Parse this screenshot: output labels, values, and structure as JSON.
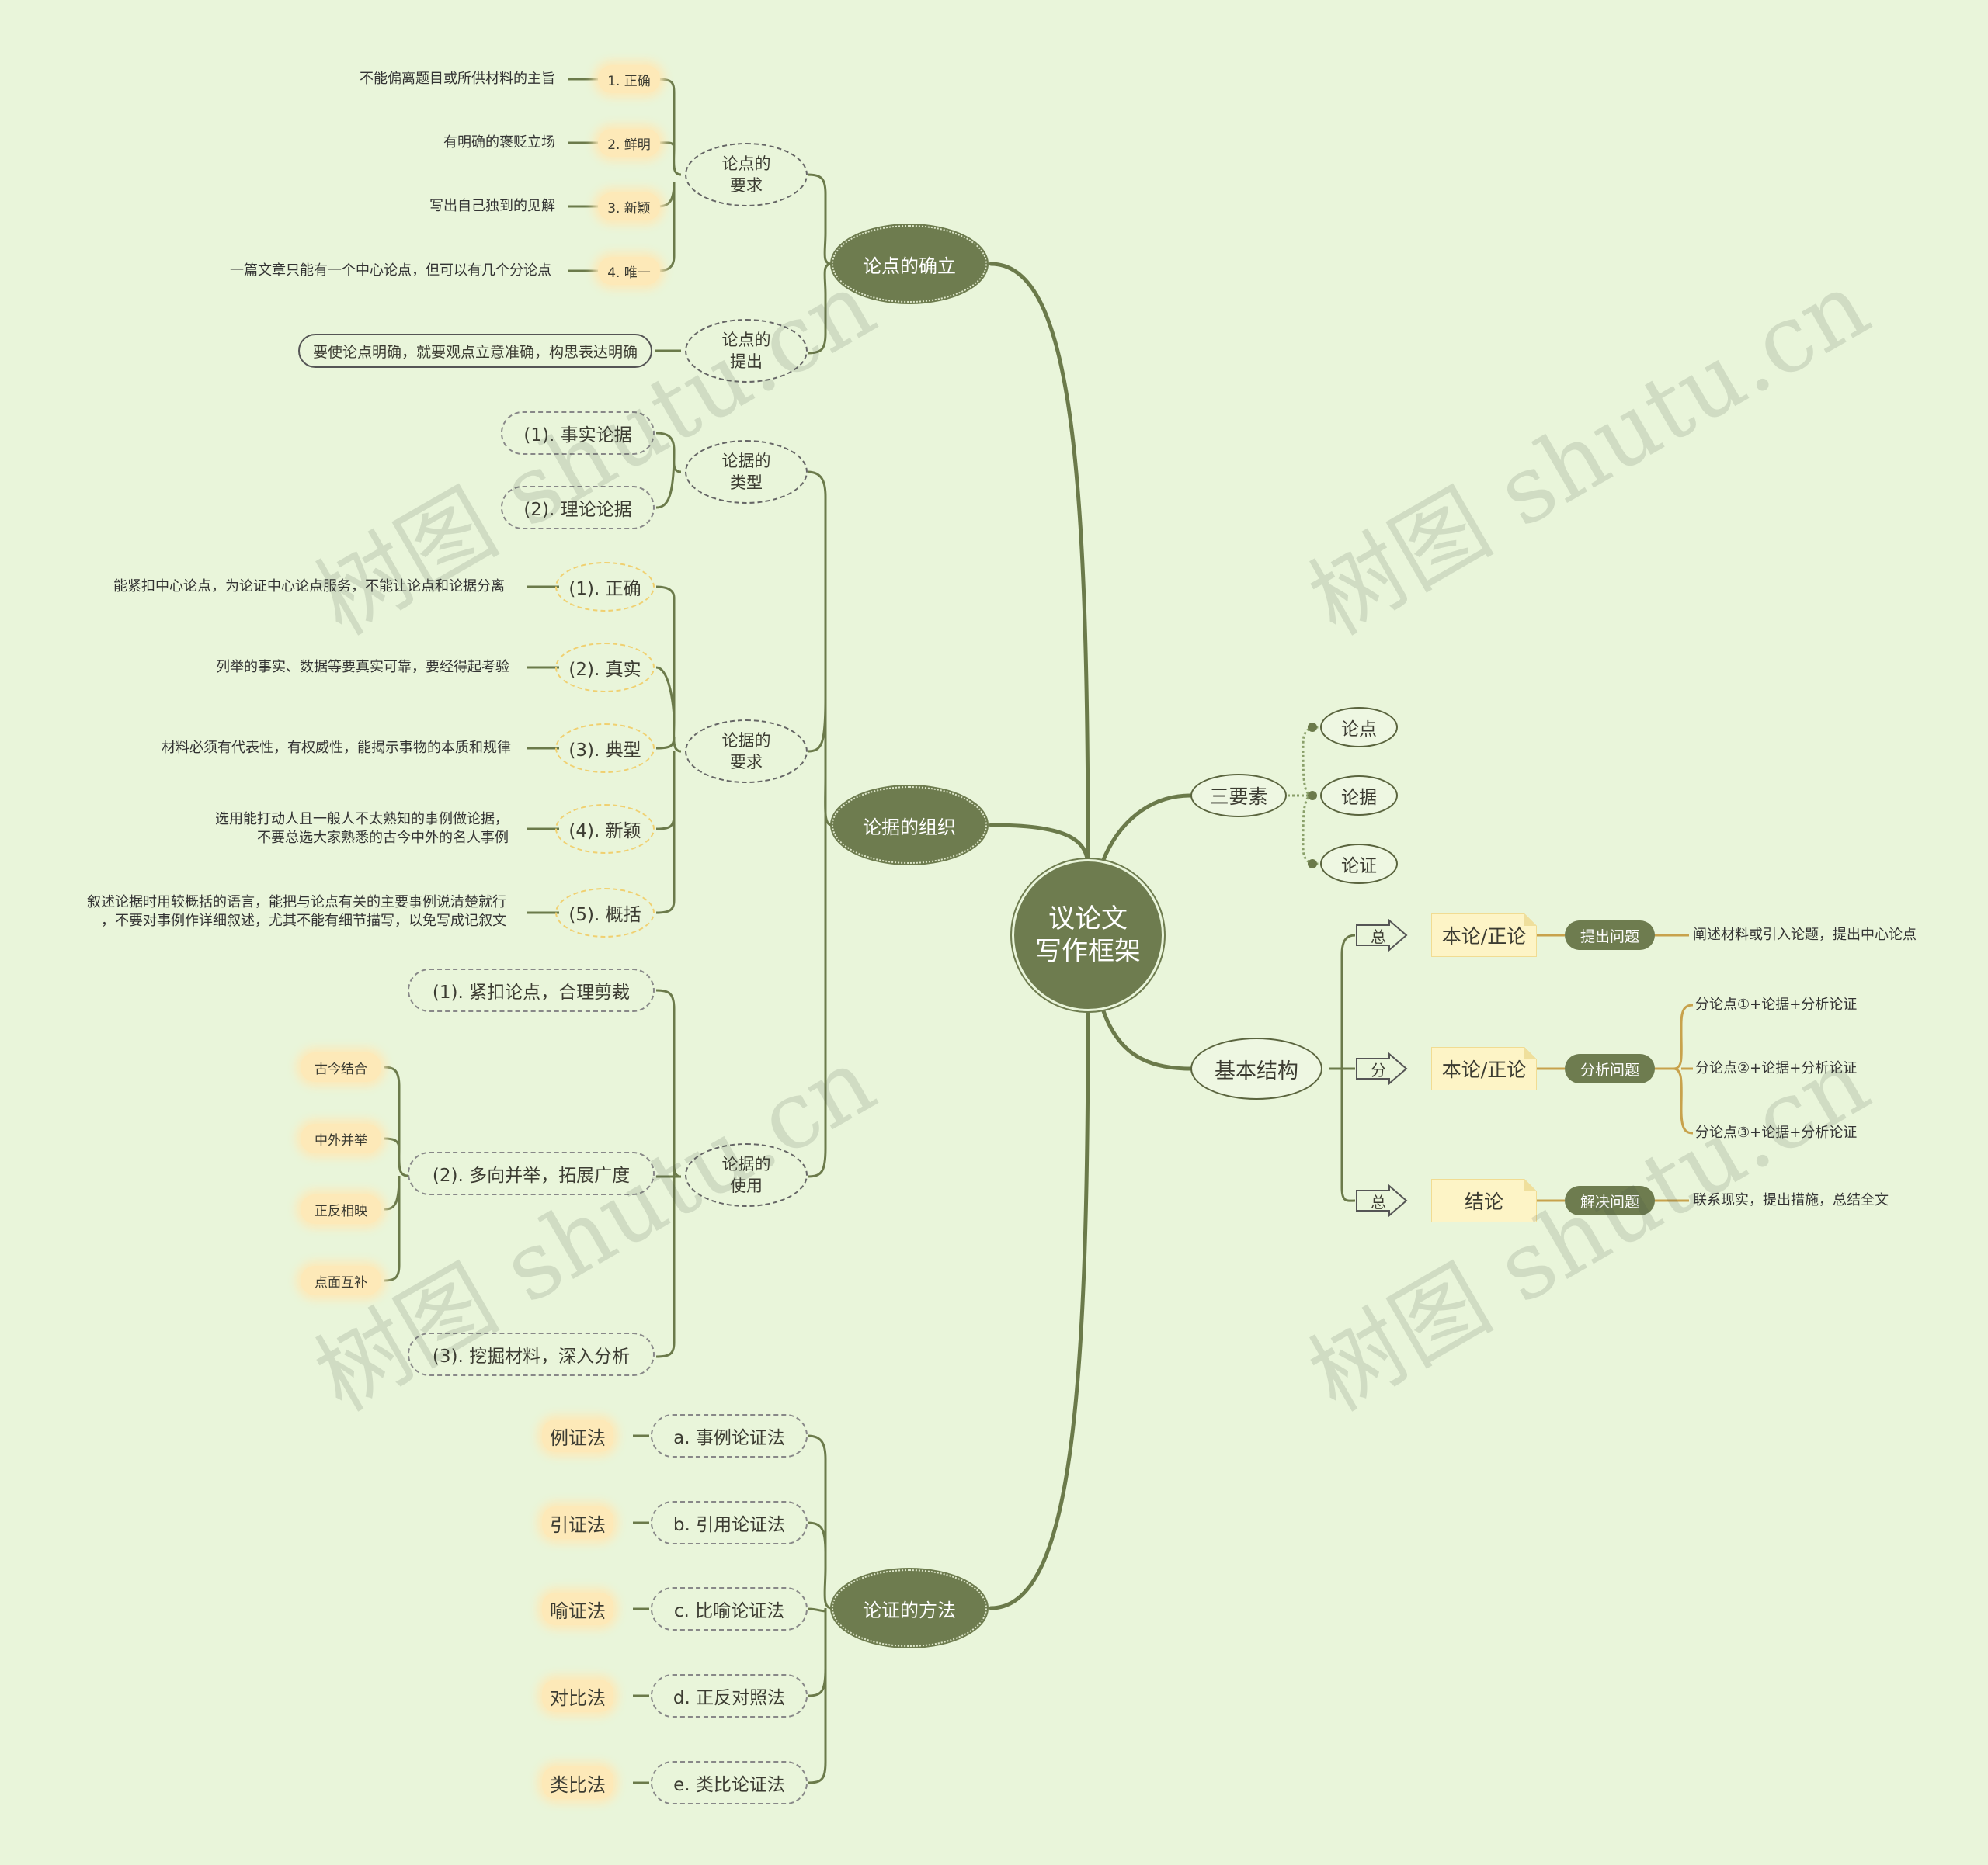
{
  "central": "议论文\n写作框架",
  "branches": {
    "lundian_queli": {
      "label": "论点的确立",
      "yaoqiu": {
        "label": "论点的\n要求",
        "items": [
          {
            "key": "1.  正确",
            "desc": "不能偏离题目或所供材料的主旨"
          },
          {
            "key": "2.  鲜明",
            "desc": "有明确的褒贬立场"
          },
          {
            "key": "3.  新颖",
            "desc": "写出自己独到的见解"
          },
          {
            "key": "4.  唯一",
            "desc": "一篇文章只能有一个中心论点，但可以有几个分论点"
          }
        ]
      },
      "tichu": {
        "label": "论点的\n提出",
        "desc": "要使论点明确，就要观点立意准确，构思表达明确"
      }
    },
    "lunju_zuzhi": {
      "label": "论据的组织",
      "leixing": {
        "label": "论据的\n类型",
        "items": [
          "(1). 事实论据",
          "(2). 理论论据"
        ]
      },
      "yaoqiu": {
        "label": "论据的\n要求",
        "items": [
          {
            "key": "(1). 正确",
            "desc": "能紧扣中心论点，为论证中心论点服务，不能让论点和论据分离"
          },
          {
            "key": "(2). 真实",
            "desc": "列举的事实、数据等要真实可靠，要经得起考验"
          },
          {
            "key": "(3). 典型",
            "desc": "材料必须有代表性，有权威性，能揭示事物的本质和规律"
          },
          {
            "key": "(4). 新颖",
            "desc": "选用能打动人且一般人不太熟知的事例做论据，\n不要总选大家熟悉的古今中外的名人事例"
          },
          {
            "key": "(5). 概括",
            "desc": "叙述论据时用较概括的语言，能把与论点有关的主要事例说清楚就行\n，不要对事例作详细叙述，尤其不能有细节描写，以免写成记叙文"
          }
        ]
      },
      "shiyong": {
        "label": "论据的\n使用",
        "items": [
          "(1). 紧扣论点，合理剪裁",
          "(2). 多向并举，拓展广度",
          "(3). 挖掘材料，深入分析"
        ],
        "sub": [
          "古今结合",
          "中外并举",
          "正反相映",
          "点面互补"
        ]
      }
    },
    "lunzheng_fangfa": {
      "label": "论证的方法",
      "items": [
        {
          "method": "a. 事例论证法",
          "short": "例证法"
        },
        {
          "method": "b. 引用论证法",
          "short": "引证法"
        },
        {
          "method": "c. 比喻论证法",
          "short": "喻证法"
        },
        {
          "method": "d. 正反对照法",
          "short": "对比法"
        },
        {
          "method": "e. 类比论证法",
          "short": "类比法"
        }
      ]
    },
    "sanyaosu": {
      "label": "三要素",
      "items": [
        "论点",
        "论据",
        "论证"
      ]
    },
    "jiben_jiegou": {
      "label": "基本结构",
      "rows": [
        {
          "arrow": "总",
          "note": "本论/正论",
          "tag": "提出问题",
          "desc": [
            "阐述材料或引入论题，提出中心论点"
          ]
        },
        {
          "arrow": "分",
          "note": "本论/正论",
          "tag": "分析问题",
          "desc": [
            "分论点①+论据+分析论证",
            "分论点②+论据+分析论证",
            "分论点③+论据+分析论证"
          ]
        },
        {
          "arrow": "总",
          "note": "结论",
          "tag": "解决问题",
          "desc": [
            "联系现实，提出措施，总结全文"
          ]
        }
      ]
    }
  },
  "watermark": "树图 shutu.cn",
  "colors": {
    "background": "#e9f5da",
    "node": "#6e7c4f",
    "edge": "#6b7a4a",
    "note": "#fdf4c6",
    "accent": "#c8a24c"
  }
}
